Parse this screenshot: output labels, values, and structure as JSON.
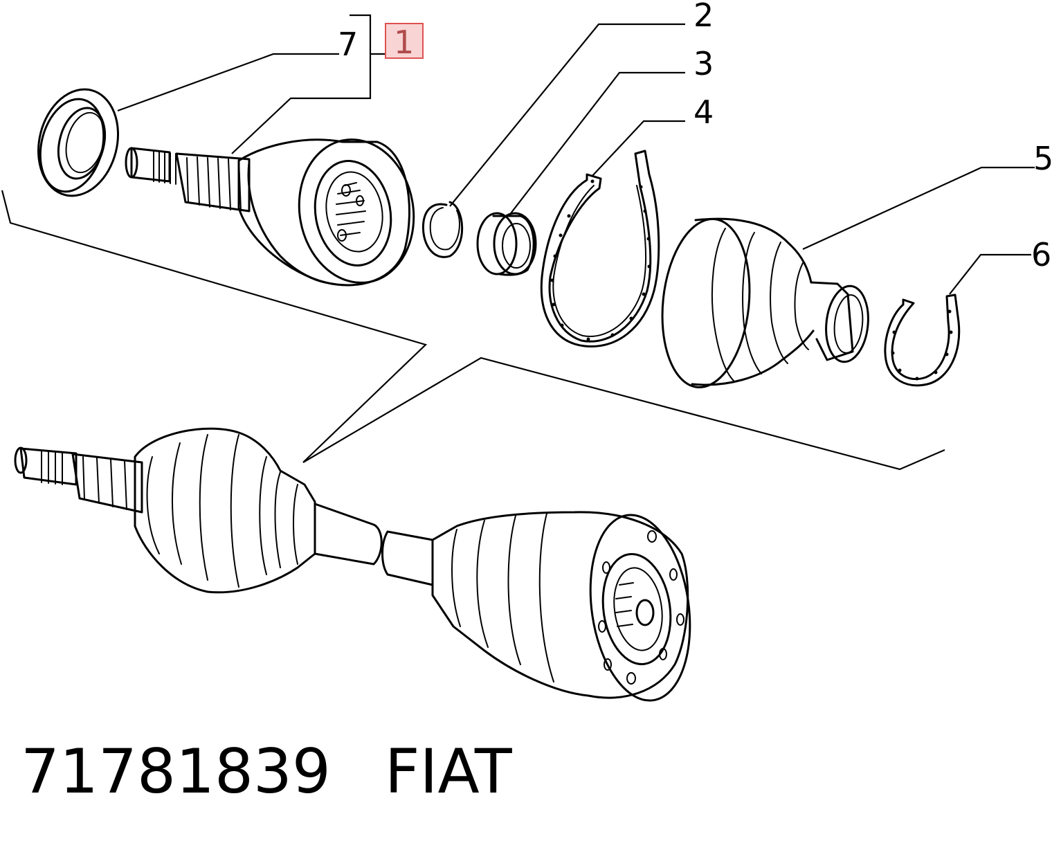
{
  "callouts": [
    {
      "id": "7",
      "label": "7"
    },
    {
      "id": "1",
      "label": "1",
      "highlighted": true
    },
    {
      "id": "2",
      "label": "2"
    },
    {
      "id": "3",
      "label": "3"
    },
    {
      "id": "4",
      "label": "4"
    },
    {
      "id": "5",
      "label": "5"
    },
    {
      "id": "6",
      "label": "6"
    }
  ],
  "part_number": "71781839",
  "brand": "FIAT",
  "colors": {
    "line": "#000000",
    "highlight_fill": "#f8d4d4",
    "highlight_stroke": "#e05050",
    "highlight_text": "#b04b4b"
  }
}
